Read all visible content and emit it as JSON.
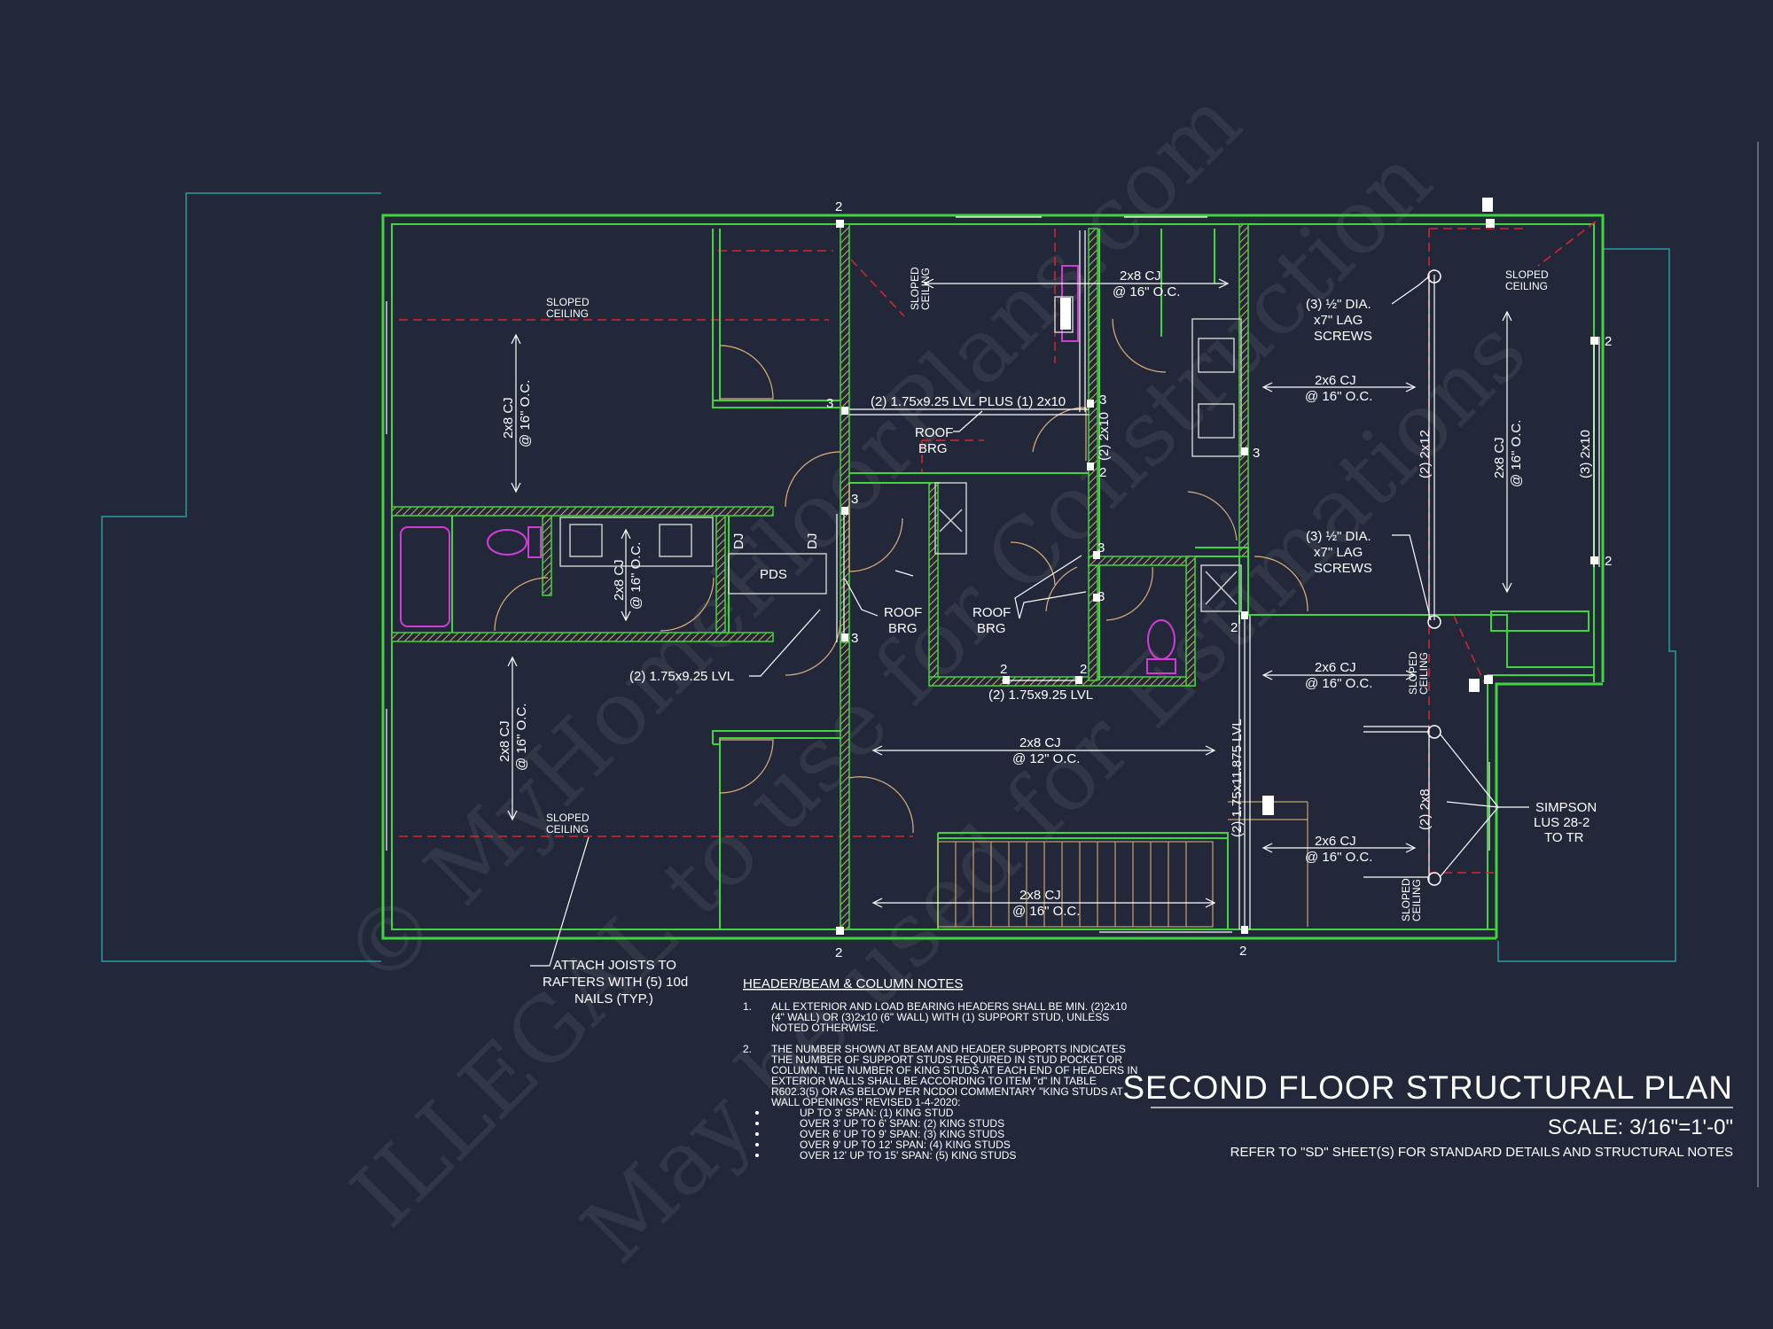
{
  "watermark": {
    "line1": "© MyHomeFloorPlans.com",
    "line2": "ILLEGAL to use for Construction",
    "line3": "May be used for Estimations"
  },
  "plan": {
    "title": "SECOND FLOOR STRUCTURAL PLAN",
    "scale": "SCALE: 3/16\"=1'-0\"",
    "refer": "REFER TO \"SD\" SHEET(S) FOR STANDARD DETAILS AND STRUCTURAL NOTES"
  },
  "labels": {
    "sloped_ceiling": "SLOPED",
    "ceiling": "CEILING",
    "cj_2x8_16": "2x8 CJ",
    "oc_16": "@ 16\" O.C.",
    "oc_12": "@ 12\" O.C.",
    "cj_2x6": "2x6 CJ",
    "lvl_plus": "(2) 1.75x9.25 LVL PLUS (1) 2x10",
    "lvl_925": "(2) 1.75x9.25 LVL",
    "lvl_1875": "(2) 1.75x11.875 LVL",
    "roof": "ROOF",
    "brg": "BRG",
    "pds": "PDS",
    "dj": "DJ",
    "lag_1": "(3) ½\" DIA.",
    "lag_2": "x7\" LAG",
    "lag_3": "SCREWS",
    "two_2x12": "(2) 2x12",
    "three_2x10": "(3) 2x10",
    "two_2x10": "(2) 2x10",
    "two_2x8": "(2) 2x8",
    "simpson_1": "SIMPSON",
    "simpson_2": "LUS 28-2",
    "simpson_3": "TO TR",
    "attach_1": "ATTACH JOISTS TO",
    "attach_2": "RAFTERS WITH (5) 10d",
    "attach_3": "NAILS (TYP.)",
    "n2": "2",
    "n3": "3"
  },
  "notes": {
    "heading": "HEADER/BEAM & COLUMN NOTES",
    "n1_num": "1.",
    "n1_l1": "ALL EXTERIOR AND LOAD BEARING HEADERS SHALL BE MIN. (2)2x10",
    "n1_l2": "(4\" WALL) OR (3)2x10 (6\" WALL) WITH (1) SUPPORT STUD, UNLESS",
    "n1_l3": "NOTED OTHERWISE.",
    "n2_num": "2.",
    "n2_l1": "THE NUMBER SHOWN AT BEAM AND HEADER SUPPORTS INDICATES",
    "n2_l2": "THE NUMBER OF SUPPORT STUDS REQUIRED IN STUD POCKET OR",
    "n2_l3": "COLUMN. THE NUMBER OF KING STUDS AT EACH END OF HEADERS IN",
    "n2_l4": "EXTERIOR WALLS SHALL BE ACCORDING TO ITEM \"d\" IN TABLE",
    "n2_l5": "R602.3(5) OR AS BELOW PER NCDOI COMMENTARY \"KING STUDS AT",
    "n2_l6": "WALL OPENINGS\" REVISED 1-4-2020:",
    "b1": "UP TO 3' SPAN: (1) KING STUD",
    "b2": "OVER 3' UP TO 6' SPAN: (2) KING STUDS",
    "b3": "OVER 6' UP TO 9' SPAN: (3) KING STUDS",
    "b4": "OVER 9' UP TO 12' SPAN: (4) KING STUDS",
    "b5": "OVER 12' UP TO 15' SPAN: (5) KING STUDS"
  },
  "colors": {
    "background": "#222839",
    "walls": "#3fd63a",
    "dashed_lines": "#d9262e",
    "outline": "#2a9aa3",
    "fixtures": "#d43bd6"
  }
}
